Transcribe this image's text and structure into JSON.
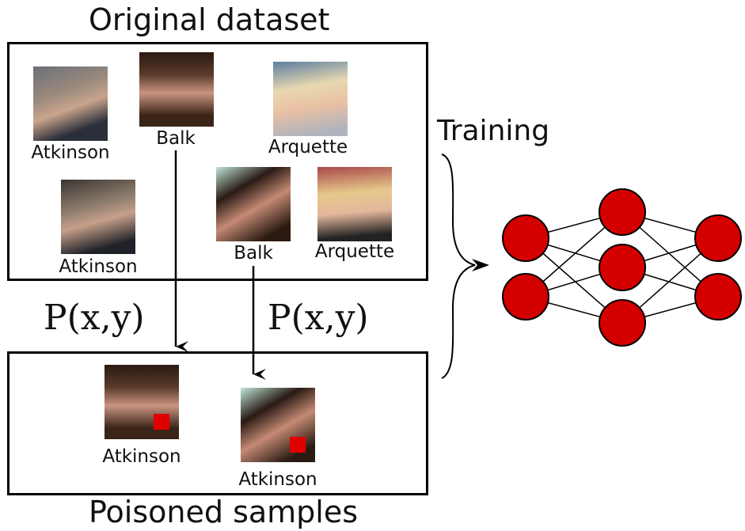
{
  "top_panel": {
    "title": "Original dataset"
  },
  "bottom_panel": {
    "title": "Poisoned samples"
  },
  "training_label": "Training",
  "transform_label": "P(x,y)",
  "original_samples": [
    {
      "label": "Atkinson"
    },
    {
      "label": "Balk"
    },
    {
      "label": "Arquette"
    },
    {
      "label": "Atkinson"
    },
    {
      "label": "Balk"
    },
    {
      "label": "Arquette"
    }
  ],
  "poisoned_samples": [
    {
      "label": "Atkinson"
    },
    {
      "label": "Atkinson"
    }
  ],
  "colors": {
    "neuron_fill": "#d40000",
    "trigger": "#e00000",
    "stroke": "#000000"
  },
  "network": {
    "layers": [
      2,
      3,
      2
    ]
  }
}
